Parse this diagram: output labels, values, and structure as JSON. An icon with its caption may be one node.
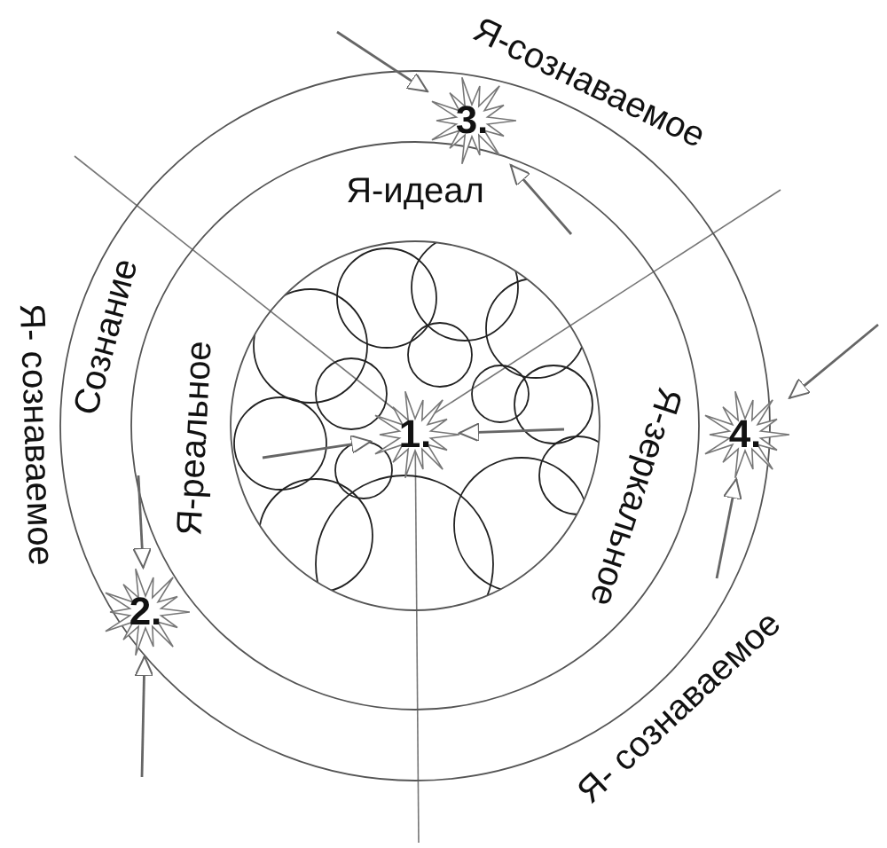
{
  "diagram": {
    "nodes": [
      {
        "text": [
          "3."
        ]
      },
      {
        "text": [
          "1."
        ]
      },
      {
        "text": [
          "4."
        ]
      },
      {
        "text": [
          "2."
        ]
      }
    ],
    "edges": [
      {
        "from": null,
        "to": 0,
        "arrow": "to"
      },
      {
        "from": null,
        "to": 0,
        "arrow": "to"
      },
      {
        "from": null,
        "to": 1,
        "arrow": "to"
      },
      {
        "from": null,
        "to": 1,
        "arrow": "to"
      },
      {
        "from": null,
        "to": 2,
        "arrow": "to"
      },
      {
        "from": null,
        "to": 2,
        "arrow": "to"
      },
      {
        "from": null,
        "to": 3,
        "arrow": "to"
      },
      {
        "from": null,
        "to": 3,
        "arrow": "to"
      }
    ],
    "labels": [
      "Я-сознаваемое",
      "Сознание",
      "Я-идеал",
      "Я- сознаваемое",
      "Я-реальное",
      "Я-зеркальное",
      "Я- сознаваемое"
    ]
  }
}
